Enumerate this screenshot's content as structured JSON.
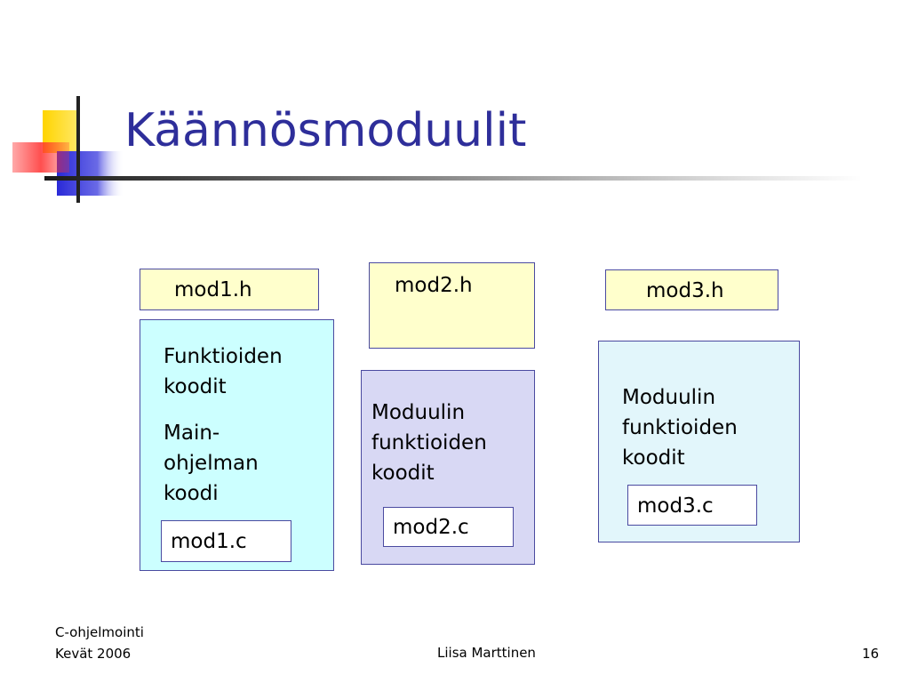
{
  "title": "Käännösmoduulit",
  "modules": {
    "mod1": {
      "header": "mod1.h",
      "body_lines_1": [
        "Funktioiden",
        "koodit"
      ],
      "body_lines_2": [
        "Main-",
        "ohjelman",
        "koodi"
      ],
      "file": "mod1.c"
    },
    "mod2": {
      "header": "mod2.h",
      "body_lines": [
        "Moduulin",
        "funktioiden",
        "koodit"
      ],
      "file": "mod2.c"
    },
    "mod3": {
      "header": "mod3.h",
      "body_lines": [
        "Moduulin",
        "funktioiden",
        "koodit"
      ],
      "file": "mod3.c"
    }
  },
  "footer": {
    "course": "C-ohjelmointi",
    "term": "Kevät 2006",
    "author": "Liisa Marttinen",
    "page": "16"
  }
}
